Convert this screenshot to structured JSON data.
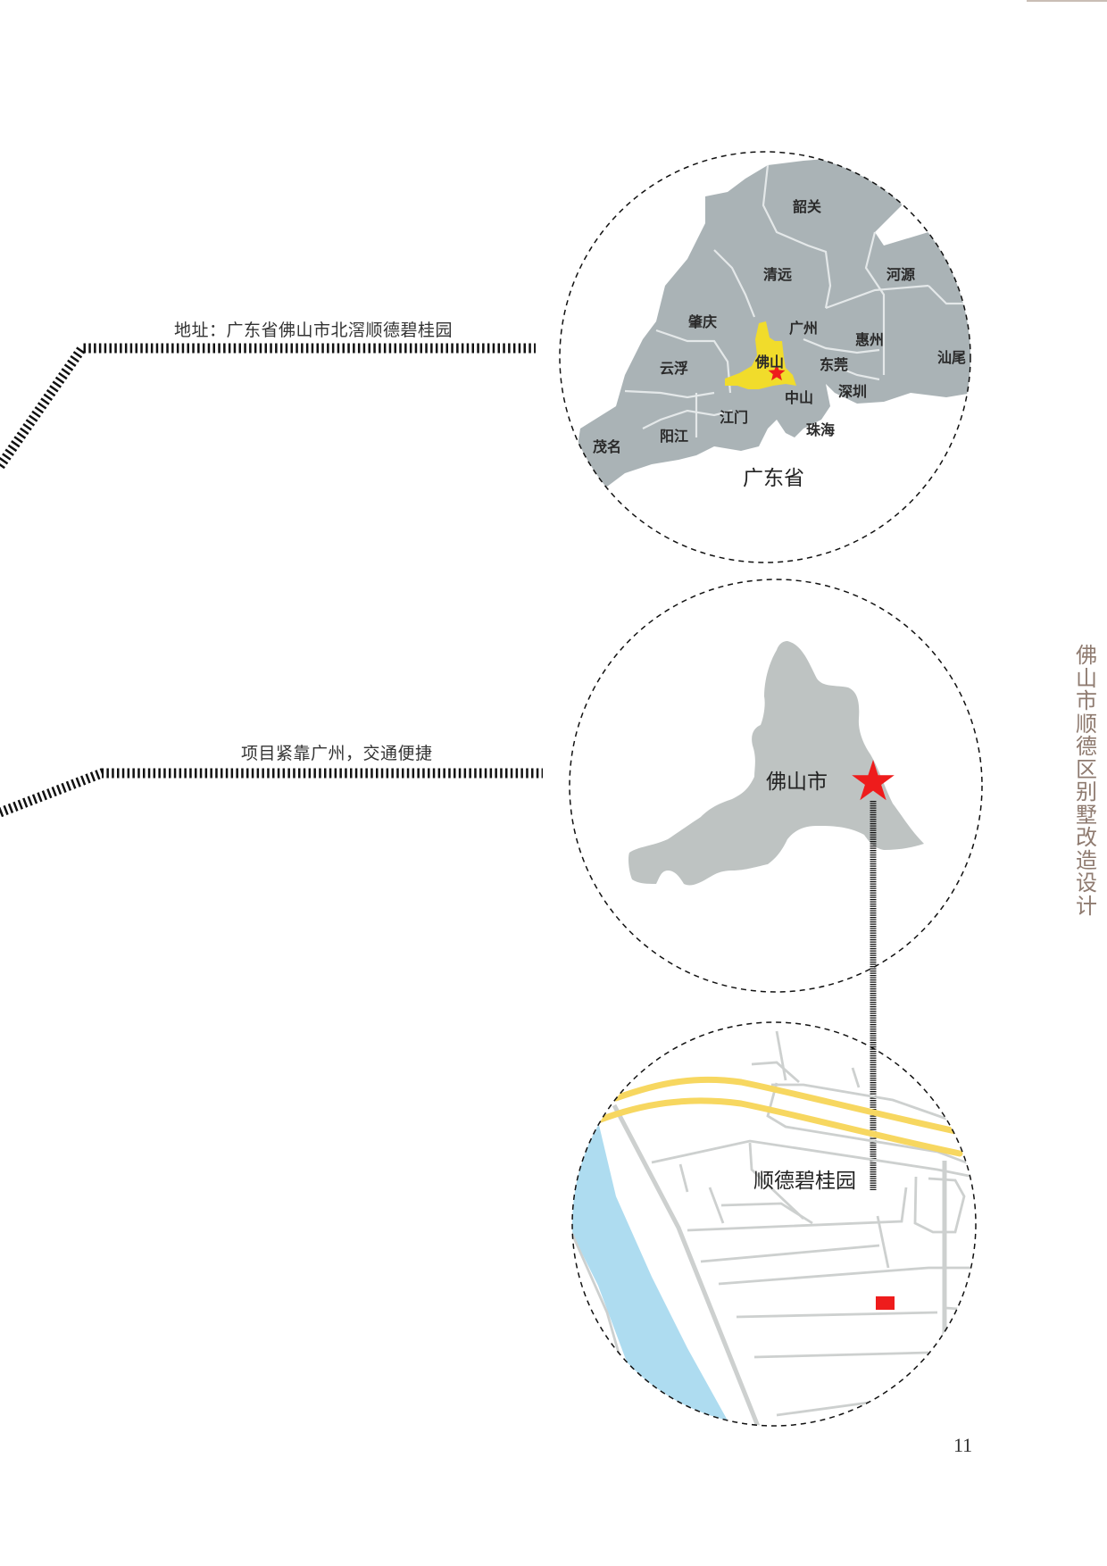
{
  "page": {
    "side_title": "佛山市顺德区别墅改造设计",
    "page_number": "11"
  },
  "leaders": [
    {
      "text": "地址：广东省佛山市北滘顺德碧桂园"
    },
    {
      "text": "项目紧靠广州，交通便捷"
    }
  ],
  "maps": {
    "province": {
      "title": "广东省",
      "highlight_city": "佛山",
      "cities": [
        {
          "name": "韶关"
        },
        {
          "name": "清远"
        },
        {
          "name": "河源"
        },
        {
          "name": "肇庆"
        },
        {
          "name": "广州"
        },
        {
          "name": "惠州"
        },
        {
          "name": "佛山"
        },
        {
          "name": "东莞"
        },
        {
          "name": "云浮"
        },
        {
          "name": "汕尾"
        },
        {
          "name": "深圳"
        },
        {
          "name": "中山"
        },
        {
          "name": "江门"
        },
        {
          "name": "珠海"
        },
        {
          "name": "阳江"
        },
        {
          "name": "茂名"
        }
      ]
    },
    "city": {
      "title": "佛山市"
    },
    "site": {
      "title": "顺德碧桂园"
    }
  },
  "colors": {
    "map_gray": "#b9bebd",
    "region_gray": "#aab3b6",
    "highlight_yellow": "#f1dc2b",
    "marker_red": "#ee1c1c",
    "road_yellow": "#f7d760",
    "river_blue": "#aedcf0",
    "road_gray": "#cdd0cf",
    "side_title": "#8f7b70"
  }
}
